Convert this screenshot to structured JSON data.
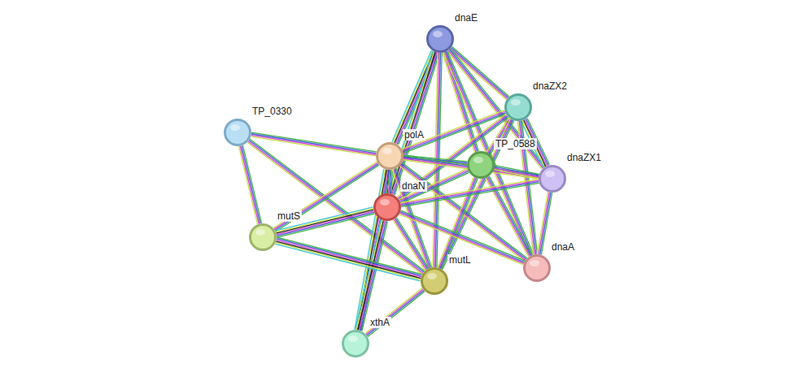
{
  "diagram": {
    "nodes": [
      {
        "text": [
          "dnaE"
        ]
      },
      {
        "text": [
          "dnaZX2"
        ]
      },
      {
        "text": [
          "TP_0330"
        ]
      },
      {
        "text": [
          "polA"
        ]
      },
      {
        "text": [
          "TP_0588"
        ]
      },
      {
        "text": [
          "dnaZX1"
        ]
      },
      {
        "text": [
          "dnaN"
        ]
      },
      {
        "text": [
          "mutS"
        ]
      },
      {
        "text": [
          "dnaA"
        ]
      },
      {
        "text": [
          "mutL"
        ]
      },
      {
        "text": [
          "xthA"
        ]
      }
    ],
    "edges": [
      {
        "from": 0,
        "to": 3,
        "arrow": "none"
      },
      {
        "from": 0,
        "to": 6,
        "arrow": "none"
      },
      {
        "from": 0,
        "to": 4,
        "arrow": "none"
      },
      {
        "from": 0,
        "to": 1,
        "arrow": "none"
      },
      {
        "from": 0,
        "to": 5,
        "arrow": "none"
      },
      {
        "from": 0,
        "to": 8,
        "arrow": "none"
      },
      {
        "from": 0,
        "to": 9,
        "arrow": "none"
      },
      {
        "from": 1,
        "to": 3,
        "arrow": "none"
      },
      {
        "from": 1,
        "to": 6,
        "arrow": "none"
      },
      {
        "from": 1,
        "to": 4,
        "arrow": "none"
      },
      {
        "from": 1,
        "to": 5,
        "arrow": "none"
      },
      {
        "from": 1,
        "to": 8,
        "arrow": "none"
      },
      {
        "from": 1,
        "to": 9,
        "arrow": "none"
      },
      {
        "from": 2,
        "to": 3,
        "arrow": "none"
      },
      {
        "from": 2,
        "to": 9,
        "arrow": "none"
      },
      {
        "from": 2,
        "to": 7,
        "arrow": "none"
      },
      {
        "from": 3,
        "to": 4,
        "arrow": "none"
      },
      {
        "from": 3,
        "to": 5,
        "arrow": "none"
      },
      {
        "from": 3,
        "to": 6,
        "arrow": "none"
      },
      {
        "from": 3,
        "to": 7,
        "arrow": "none"
      },
      {
        "from": 3,
        "to": 9,
        "arrow": "none"
      },
      {
        "from": 3,
        "to": 10,
        "arrow": "none"
      },
      {
        "from": 3,
        "to": 8,
        "arrow": "none"
      },
      {
        "from": 4,
        "to": 6,
        "arrow": "none"
      },
      {
        "from": 4,
        "to": 5,
        "arrow": "none"
      },
      {
        "from": 4,
        "to": 8,
        "arrow": "none"
      },
      {
        "from": 4,
        "to": 9,
        "arrow": "none"
      },
      {
        "from": 5,
        "to": 6,
        "arrow": "none"
      },
      {
        "from": 5,
        "to": 8,
        "arrow": "none"
      },
      {
        "from": 6,
        "to": 7,
        "arrow": "none"
      },
      {
        "from": 6,
        "to": 9,
        "arrow": "none"
      },
      {
        "from": 6,
        "to": 10,
        "arrow": "none"
      },
      {
        "from": 6,
        "to": 8,
        "arrow": "none"
      },
      {
        "from": 7,
        "to": 9,
        "arrow": "none"
      },
      {
        "from": 9,
        "to": 10,
        "arrow": "none"
      }
    ]
  }
}
